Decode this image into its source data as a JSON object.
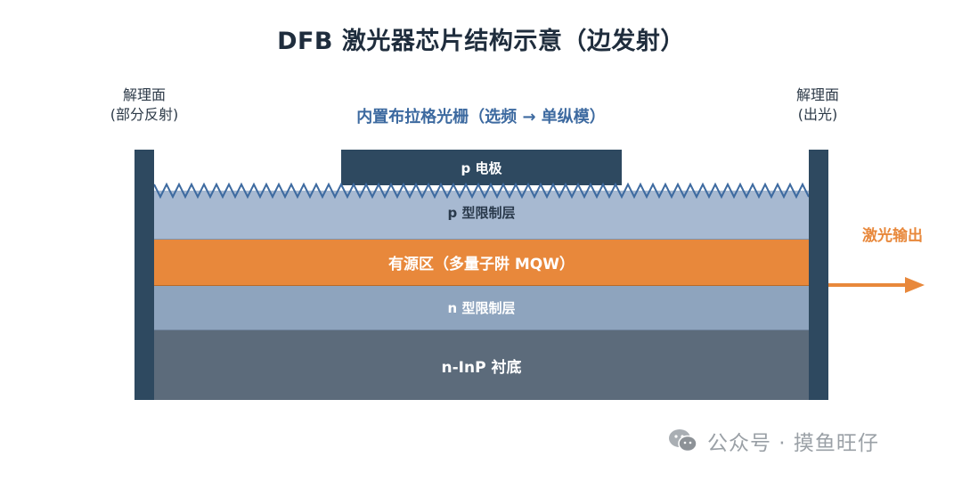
{
  "title": "DFB 激光器芯片结构示意（边发射）",
  "facets": {
    "left_line1": "解理面",
    "left_line2": "(部分反射)",
    "right_line1": "解理面",
    "right_line2": "(出光)"
  },
  "grating_label": "内置布拉格光栅（选频 → 单纵模）",
  "layers": {
    "electrode": "p 电极",
    "p_cladding": "p 型限制层",
    "active": "有源区（多量子阱 MQW）",
    "n_cladding": "n 型限制层",
    "substrate": "n-InP 衬底"
  },
  "output": {
    "label": "激光输出"
  },
  "watermark": {
    "text": "公众号 · 摸鱼旺仔",
    "icon": "wechat-icon"
  },
  "colors": {
    "facet": "#2e4960",
    "electrode": "#2e4960",
    "p_cladding": "#a7b9d1",
    "active": "#e8883b",
    "n_cladding": "#8ea4be",
    "substrate": "#5c6b7b",
    "grating": "#3d6aa0",
    "output": "#e8883b"
  }
}
